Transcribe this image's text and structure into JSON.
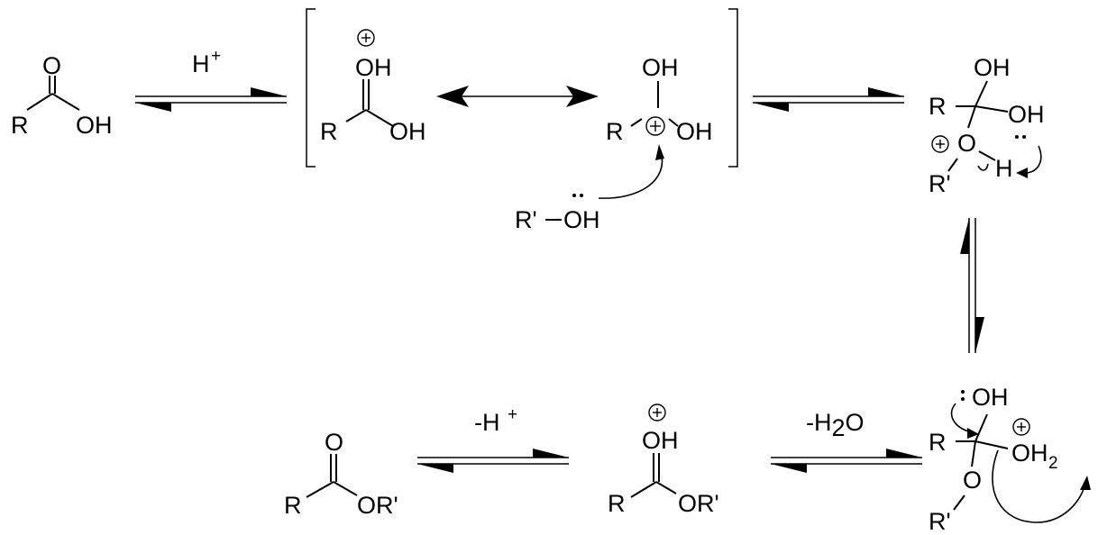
{
  "reagents": {
    "protonation": "H",
    "protonation_sup": "+",
    "deprotonation": "-H",
    "deprotonation_sup": "+",
    "dehydration_a": "-H",
    "dehydration_sub": "2",
    "dehydration_b": "O"
  },
  "labels": {
    "carbonyl_o": "O",
    "hydroxyl": "OH",
    "r_group": "R",
    "alcohol_r": "R'",
    "ester_or": "OR'",
    "ether_o": "O",
    "proton_h": "H",
    "water_oh": "OH",
    "water_sub": "2"
  }
}
